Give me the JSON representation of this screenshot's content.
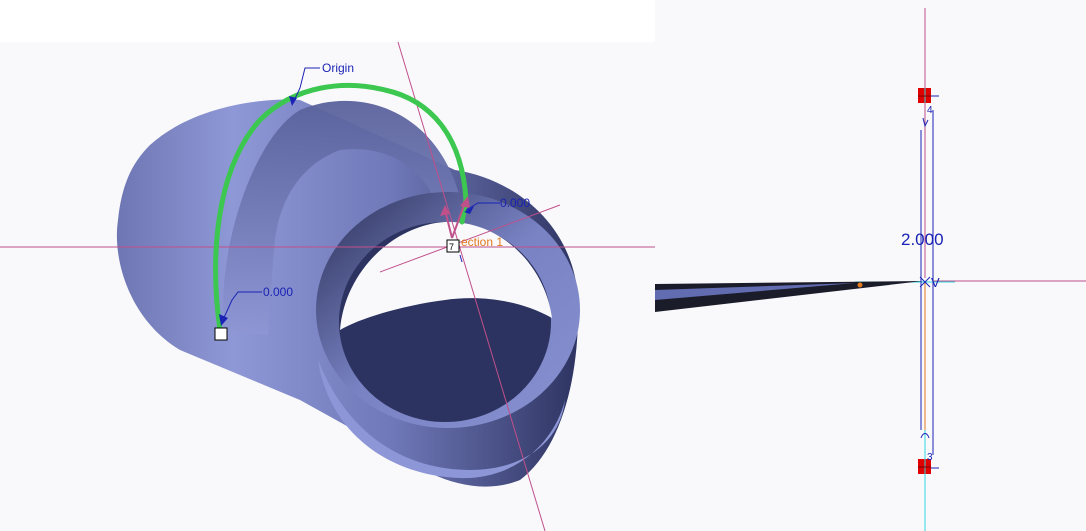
{
  "left_view": {
    "origin_label": "Origin",
    "dim_top": "0.000",
    "dim_left": "0.000",
    "section_label": "ection 1",
    "handle_glyph": "7"
  },
  "right_view": {
    "dimension": "2.000",
    "vertex_label": "V"
  },
  "icons": [
    "square-handle-icon",
    "drag-handle-icon",
    "vertex-marker-icon"
  ],
  "colors": {
    "background": "#f9f9fc",
    "model_body": "#7e88c4",
    "trajectory": "#3cc850",
    "axis_magenta": "#c0508a",
    "dimension_blue": "#1a23b4",
    "section_orange": "#e27a1e",
    "handle_red": "#e00000",
    "cyan_axis": "#30d8e0"
  }
}
